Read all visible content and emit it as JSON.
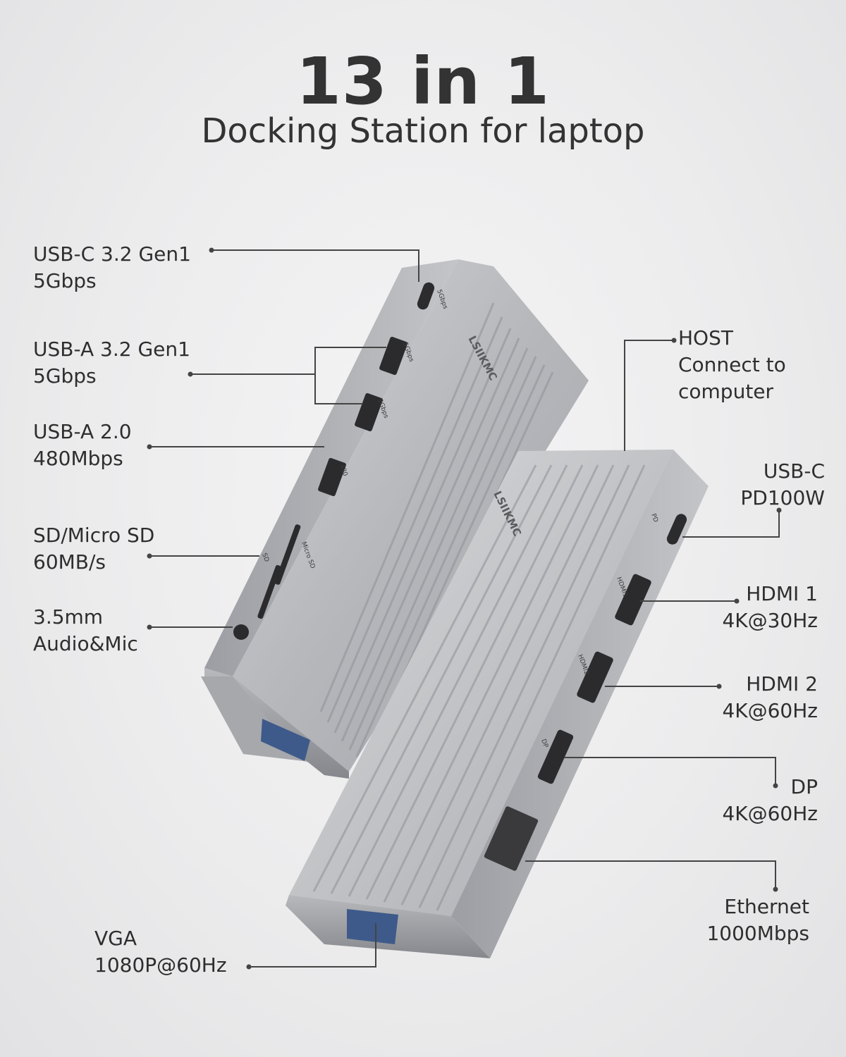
{
  "heading": {
    "title": "13 in 1",
    "subtitle": "Docking Station for laptop"
  },
  "brand": "LSIIKMC",
  "callouts": {
    "usb_c_gen1": {
      "line1": "USB-C 3.2 Gen1",
      "line2": "5Gbps"
    },
    "usb_a_gen1": {
      "line1": "USB-A 3.2 Gen1",
      "line2": "5Gbps"
    },
    "usb_a_2": {
      "line1": "USB-A 2.0",
      "line2": "480Mbps"
    },
    "sd_card": {
      "line1": "SD/Micro SD",
      "line2": "60MB/s"
    },
    "audio": {
      "line1": "3.5mm",
      "line2": "Audio&Mic"
    },
    "vga": {
      "line1": "VGA",
      "line2": "1080P@60Hz"
    },
    "host": {
      "line1": "HOST",
      "line2": "Connect to",
      "line3": "computer"
    },
    "usb_c_pd": {
      "line1": "USB-C",
      "line2": "PD100W"
    },
    "hdmi1": {
      "line1": "HDMI 1",
      "line2": "4K@30Hz"
    },
    "hdmi2": {
      "line1": "HDMI 2",
      "line2": "4K@60Hz"
    },
    "dp": {
      "line1": "DP",
      "line2": "4K@60Hz"
    },
    "ethernet": {
      "line1": "Ethernet",
      "line2": "1000Mbps"
    }
  },
  "port_marks": {
    "usb_c_5g": "5Gbps",
    "usb_a_5g_1": "5Gbps",
    "usb_a_5g_2": "5Gbps",
    "usb_a_480": "480",
    "sd": "SD",
    "micro_sd": "Micro SD",
    "pd": "PD",
    "hdmi1": "HDMI1",
    "hdmi2": "HDMI2",
    "dp": "DP"
  },
  "colors": {
    "body_light": "#c9cacd",
    "body_dark": "#8e9095",
    "line": "#444444",
    "text": "#333333"
  }
}
